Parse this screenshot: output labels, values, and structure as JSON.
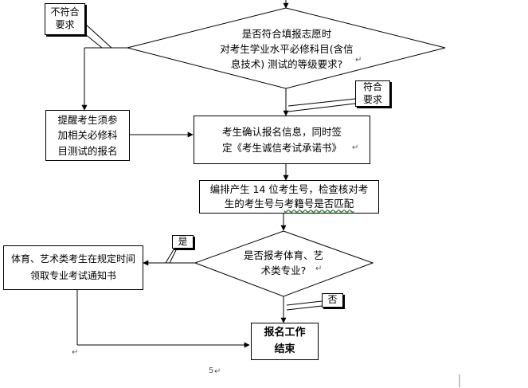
{
  "diagram": {
    "decision_1": "是否符合填报志愿时\n对考生学业水平必修科目(含信\n息技术) 测试的等级要求?",
    "callout_no_match": "不符合\n要求",
    "callout_match": "符合\n要求",
    "remind_box": "提醒考生须参\n加相关必修科\n目测试的报名",
    "confirm_box": "考生确认报名信息，同时签\n定《考生诚信考试承诺书》",
    "number_box_line1": "编排产生 14 位考生号，检查核对考",
    "number_box_line2a": "生的考生号与",
    "number_box_line2b": "考籍号是否匹配",
    "decision_2": "是否报考体育、艺\n术类专业?",
    "callout_yes": "是",
    "callout_no": "否",
    "sports_box": "体育、艺术类考生在规定时间\n领取专业考试通知书",
    "end_box": "报名工作\n结束",
    "page_number": "5"
  }
}
